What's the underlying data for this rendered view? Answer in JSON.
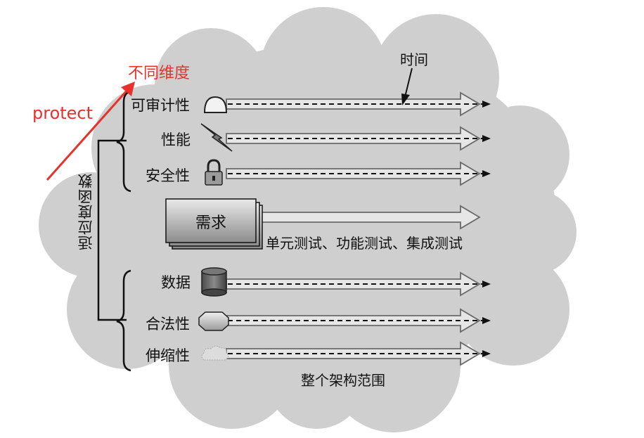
{
  "annotation": {
    "arrow_label": "protect",
    "target_label": "不同维度",
    "color": "#e8312a"
  },
  "time_label": "时间",
  "vertical_label": "适应度函数",
  "top_dimensions": [
    {
      "label": "可审计性",
      "icon": "audit-dome-icon"
    },
    {
      "label": "性能",
      "icon": "lightning-bolt-icon"
    },
    {
      "label": "安全性",
      "icon": "padlock-icon"
    }
  ],
  "requirements": {
    "label": "需求",
    "tests": "单元测试、功能测试、集成测试"
  },
  "bottom_dimensions": [
    {
      "label": "数据",
      "icon": "database-cylinder-icon"
    },
    {
      "label": "合法性",
      "icon": "octagon-icon"
    },
    {
      "label": "伸缩性",
      "icon": "small-cloud-icon"
    }
  ],
  "scope_label": "整个架构范围",
  "colors": {
    "cloud": "#cfcfcf",
    "arrow_fill": "#e6e6e6",
    "arrow_stroke": "#6a6a6a",
    "red": "#e8312a"
  }
}
